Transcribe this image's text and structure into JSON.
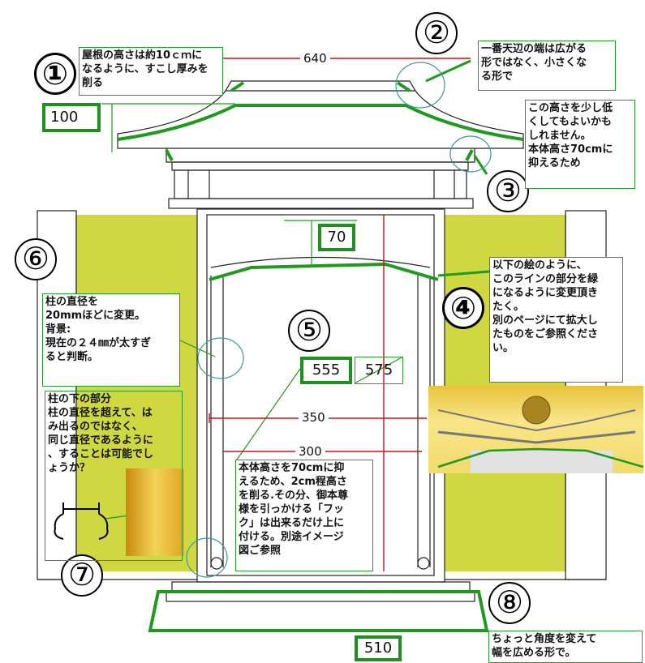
{
  "markers": [
    "①",
    "②",
    "③",
    "④",
    "⑤",
    "⑥",
    "⑦",
    "⑧"
  ],
  "notes": {
    "n1": "屋根の高さは約10ｃｍに\nなるように、すこし厚みを\n削る",
    "n2": "一番天辺の端は広がる\n形ではなく、小さくな\nる形で",
    "n3": "この高さを少し低\nくしてもよいかも\nしれません。\n本体高さ70cmに\n抑えるため",
    "n4": "以下の絵のように、\nこのラインの部分を緑\nになるように変更頂き\nたく。\n別のページにて拡大し\nたものをご参照くださ\nい。",
    "n5": "本体高さを70cmに抑\nえるため、2cm程高さ\nを削る.その分、御本尊\n様を引っかける「フッ\nク」は出来るだけ上に\n付ける。別途イメージ\n図ご参照",
    "n6": "柱の直径を\n20mmほどに変更。\n背景:\n現在の２４㎜が太すぎ\nると判断。",
    "n7": "柱の下の部分\n柱の直径を超えて、は\nみ出るのではなく、\n同じ直径であるように\n、することは可能でし\nょうか？",
    "n8": "ちょっと角度を変えて\n幅を広める形で。"
  },
  "dimensions": {
    "width_top": "640",
    "roof_height": "100",
    "inner_top": "70",
    "height_new": "555",
    "height_old": "575",
    "width_350": "350",
    "width_300": "300",
    "base_width": "510"
  },
  "colors": {
    "green": "#1f9a1f",
    "red": "#d01010",
    "yellow": "#cfd840",
    "teal": "#3a9a9a"
  }
}
